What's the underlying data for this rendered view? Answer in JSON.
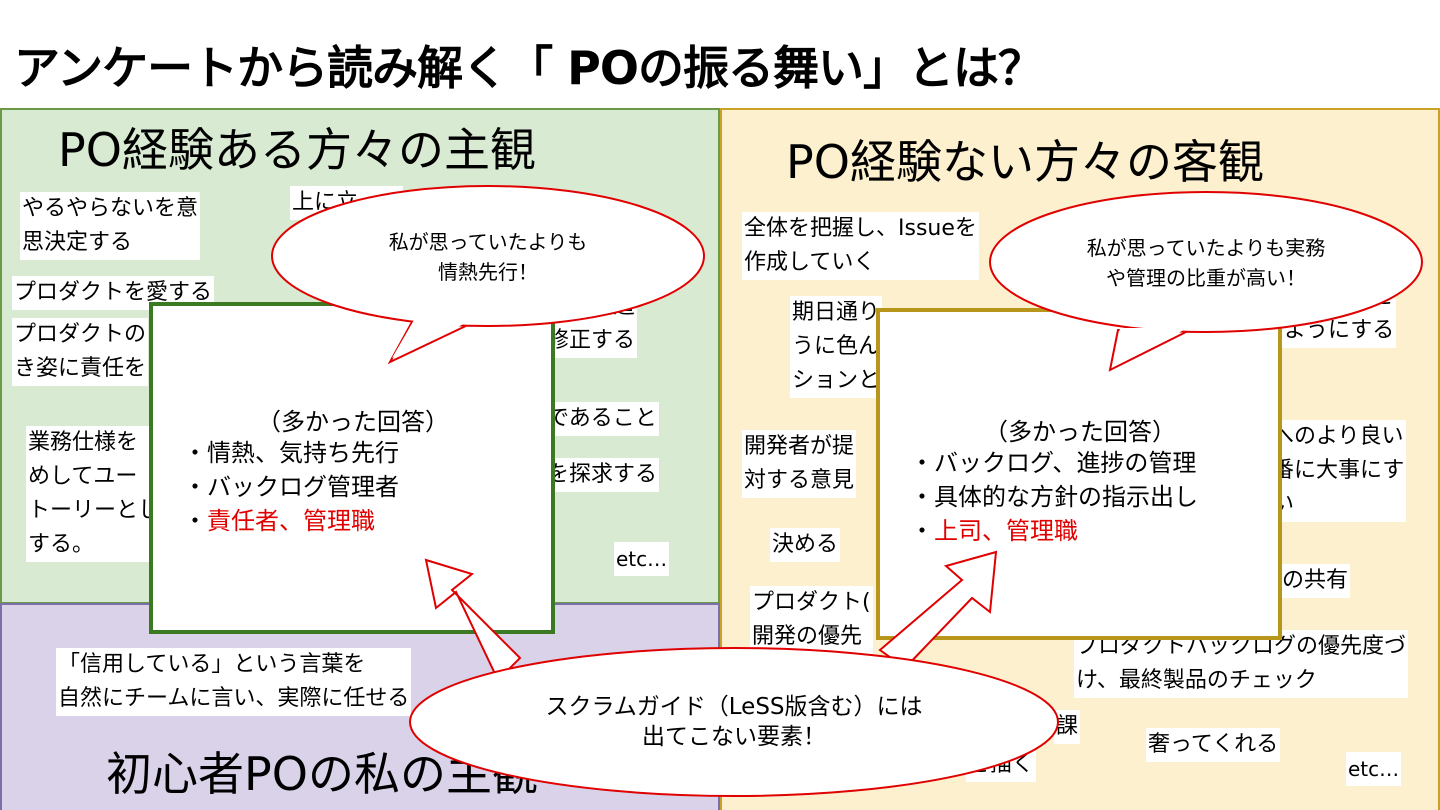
{
  "title": "アンケートから読み解く「 POの振る舞い」とは？",
  "left_panel": {
    "heading": "PO経験ある方々の主観",
    "notes": [
      {
        "line1": "やるやらないを意",
        "line2": "思決定する"
      },
      {
        "line1": "上に立って"
      },
      {
        "line1": "プロダクトを愛する"
      },
      {
        "line1": "プロダクトの",
        "line2": "き姿に責任を"
      },
      {
        "line1": "の軌道",
        "line2": "修正する"
      },
      {
        "line1": "業務仕様を",
        "line2": "めしてユー",
        "line3": "トーリーとし",
        "line4": "する。"
      },
      {
        "line1": "であること"
      },
      {
        "line1": "を探求する"
      },
      {
        "line1": "etc…"
      }
    ],
    "box": {
      "caption": "（多かった回答）",
      "items": [
        "・情熱、気持ち先行",
        "・バックログ管理者"
      ],
      "highlight_prefix": "・",
      "highlight_item": "責任者、管理職"
    },
    "bubble": {
      "line1": "私が思っていたよりも",
      "line2": "情熱先行！"
    }
  },
  "bottom_panel": {
    "heading": "初心者POの私の主観",
    "note": {
      "line1": "「信用している」という言葉を",
      "line2": "自然にチームに言い、実際に任せる"
    }
  },
  "right_panel": {
    "heading": "PO経験ない方々の客観",
    "notes": [
      {
        "line1": "全体を把握し、Issueを",
        "line2": "作成していく"
      },
      {
        "line1": "期日通り",
        "line2": "うに色ん",
        "line3": "ションと"
      },
      {
        "line1": "を",
        "line2": "ようにする"
      },
      {
        "line1": "開発者が提",
        "line2": "対する意見"
      },
      {
        "line1": "へのより良い",
        "line2": "番に大事にす",
        "line3": "い"
      },
      {
        "line1": "決める"
      },
      {
        "line1": "の共有"
      },
      {
        "line1": "プロダクト(",
        "line2": "開発の優先"
      },
      {
        "line1": "プロダクトバックログの優先度づ",
        "line2": "け、最終製品のチェック"
      },
      {
        "line1": "課"
      },
      {
        "line1": "奢ってくれる"
      },
      {
        "line1": "を描く"
      },
      {
        "line1": "etc…"
      }
    ],
    "box": {
      "caption": "（多かった回答）",
      "items": [
        "・バックログ、進捗の管理",
        "・具体的な方針の指示出し"
      ],
      "highlight_prefix": "・",
      "highlight_item": "上司、管理職"
    },
    "bubble": {
      "line1": "私が思っていたよりも実務",
      "line2": "や管理の比重が高い！"
    }
  },
  "bottom_bubble": {
    "line1": "スクラムガイド（LeSS版含む）には",
    "line2": "出てこない要素！"
  },
  "colors": {
    "green_panel": "#d9ead3",
    "purple_panel": "#d9d2e9",
    "yellow_panel": "#fdf0cf",
    "green_box_border": "#3b7a23",
    "gold_box_border": "#b8961c",
    "callout_red": "#e00000"
  }
}
